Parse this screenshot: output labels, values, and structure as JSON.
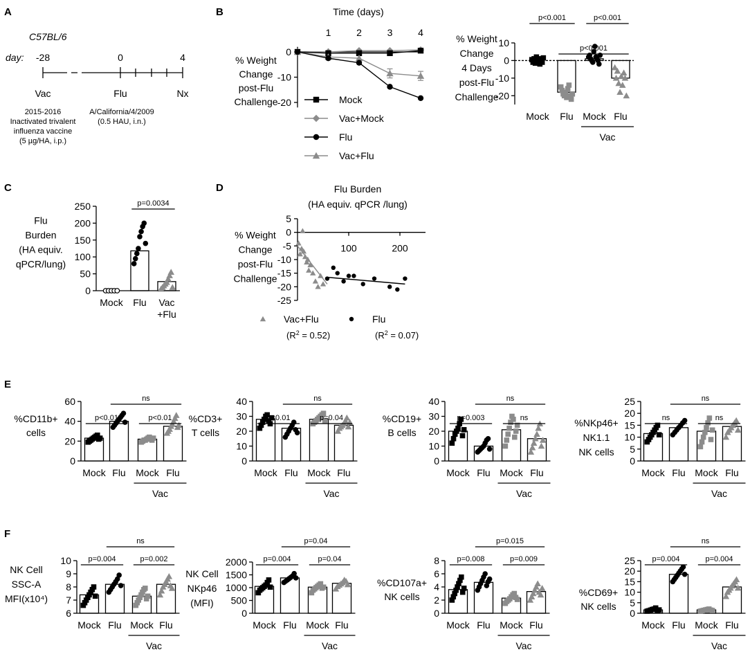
{
  "panel_labels": {
    "A": "A",
    "B": "B",
    "C": "C",
    "D": "D",
    "E": "E",
    "F": "F"
  },
  "colors": {
    "black": "#000000",
    "gray": "#8c8c8c"
  },
  "panel_a": {
    "strain": "C57BL/6",
    "day_label": "day:",
    "day_ticks": [
      "-28",
      "0",
      "4"
    ],
    "stages": [
      "Vac",
      "Flu",
      "Nx"
    ],
    "vac_note": [
      "2015-2016",
      "Inactivated trivalent",
      "influenza vaccine",
      "(5 µg/HA, i.p.)"
    ],
    "flu_note": [
      "A/California/4/2009",
      "(0.5 HAU,  i.n.)"
    ]
  },
  "chart_data": [
    {
      "id": "B1",
      "type": "line",
      "title": "Time (days)",
      "ylabel": [
        "% Weight",
        "Change",
        "post-Flu",
        "Challenge"
      ],
      "x": [
        0,
        1,
        2,
        3,
        4
      ],
      "x_tick_labels": [
        "1",
        "2",
        "3",
        "4"
      ],
      "ylim": [
        -22,
        2
      ],
      "yticks": [
        0,
        -10,
        -20
      ],
      "legend_placement": "lower-left",
      "series": [
        {
          "name": "Mock",
          "marker": "square",
          "color": "#000000",
          "values": [
            0,
            -0.5,
            -0.5,
            -0.5,
            0.5
          ],
          "err": [
            0,
            0,
            0,
            0,
            0
          ]
        },
        {
          "name": "Vac+Mock",
          "marker": "diamond",
          "color": "#8c8c8c",
          "values": [
            0,
            0,
            0.5,
            0.5,
            0.8
          ],
          "err": [
            0,
            0,
            0,
            0,
            0
          ]
        },
        {
          "name": "Flu",
          "marker": "circle",
          "color": "#000000",
          "values": [
            0,
            -2.5,
            -4.3,
            -13.8,
            -18.3
          ],
          "err": [
            0,
            0,
            0,
            0,
            0
          ]
        },
        {
          "name": "Vac+Flu",
          "marker": "triangle",
          "color": "#8c8c8c",
          "values": [
            0,
            -2.0,
            -2.5,
            -8.5,
            -9.5
          ],
          "err": [
            0,
            0,
            0,
            1.8,
            1.8
          ]
        }
      ]
    },
    {
      "id": "B2",
      "type": "bar",
      "ylabel": [
        "% Weight",
        "Change",
        "4 Days",
        "post-Flu",
        "Challenge"
      ],
      "ylim": [
        -25,
        10
      ],
      "yticks": [
        10,
        0,
        -10,
        -20
      ],
      "categories": [
        "Mock",
        "Flu",
        "Mock",
        "Flu"
      ],
      "group_label": "Vac",
      "values": [
        0,
        -18,
        1,
        -10
      ],
      "points": [
        [
          0.5,
          -1,
          1,
          -1.5,
          2,
          -0.5,
          1,
          -2,
          0,
          -1,
          1.5
        ],
        [
          -15,
          -17,
          -19,
          -20,
          -18,
          -21,
          -16,
          -14,
          -20,
          -22,
          -19
        ],
        [
          2,
          3,
          1,
          0,
          -1,
          5,
          8,
          2,
          1,
          0,
          -2,
          3
        ],
        [
          -4,
          -10,
          -6,
          -13,
          -18,
          -9,
          -14,
          -7,
          -10,
          -20
        ]
      ],
      "point_style": [
        "square-black",
        "square-gray",
        "circle-black",
        "triangle-gray"
      ],
      "sig": [
        {
          "label": "p<0.001",
          "from": 0,
          "to": 1,
          "level": 1
        },
        {
          "label": "p<0.001",
          "from": 2,
          "to": 3,
          "level": 1
        },
        {
          "label": "p<0.001",
          "from": 1,
          "to": 3,
          "level": 0
        }
      ]
    },
    {
      "id": "C",
      "type": "bar",
      "ylabel": [
        "Flu",
        "Burden",
        "(HA equiv.",
        "qPCR/lung)"
      ],
      "ylim": [
        0,
        250
      ],
      "yticks": [
        0,
        50,
        100,
        150,
        200,
        250
      ],
      "categories": [
        "Mock",
        "Flu",
        "Vac\n+Flu"
      ],
      "values": [
        0,
        118,
        27
      ],
      "points": [
        [
          0,
          0,
          0,
          0,
          0
        ],
        [
          80,
          95,
          110,
          125,
          160,
          175,
          190,
          200,
          140
        ],
        [
          5,
          10,
          15,
          20,
          25,
          35,
          45,
          55,
          10
        ]
      ],
      "point_style": [
        "circle-open",
        "circle-black",
        "triangle-gray"
      ],
      "sig": [
        {
          "label": "p=0.0034",
          "from": 1,
          "to": 2,
          "level": 0
        }
      ]
    },
    {
      "id": "D",
      "type": "scatter",
      "title": [
        "Flu Burden",
        "(HA equiv. qPCR /lung)"
      ],
      "ylabel": [
        "% Weight",
        "Change",
        "post-Flu",
        "Challenge"
      ],
      "xlim": [
        0,
        250
      ],
      "xticks": [
        100,
        200
      ],
      "ylim": [
        -25,
        5
      ],
      "yticks": [
        5,
        0,
        -5,
        -10,
        -15,
        -20,
        -25
      ],
      "series": [
        {
          "name": "Vac+Flu",
          "r2": "(R2 = 0.52)",
          "marker": "triangle",
          "color": "#8c8c8c",
          "x": [
            2,
            8,
            10,
            5,
            15,
            20,
            25,
            30,
            18,
            35,
            22,
            40,
            45,
            50,
            12
          ],
          "y": [
            -4,
            -6,
            0.5,
            -8,
            -9,
            -10,
            -12,
            -15,
            -11,
            -18,
            -14,
            -20,
            -16,
            -19,
            -7
          ],
          "fit": [
            [
              0,
              -5
            ],
            [
              58,
              -19
            ]
          ]
        },
        {
          "name": "Flu",
          "r2": "(R2 = 0.07)",
          "marker": "circle",
          "color": "#000000",
          "x": [
            58,
            70,
            78,
            90,
            100,
            110,
            128,
            150,
            180,
            195,
            210
          ],
          "y": [
            -17,
            -13,
            -15,
            -18,
            -16,
            -16,
            -19,
            -17,
            -20,
            -21,
            -17
          ],
          "fit": [
            [
              58,
              -16.5
            ],
            [
              210,
              -19
            ]
          ]
        }
      ]
    },
    {
      "id": "E1",
      "type": "bar",
      "ylabel": [
        "%CD11b+",
        "cells"
      ],
      "ylim": [
        0,
        60
      ],
      "yticks": [
        0,
        20,
        40,
        60
      ],
      "categories": [
        "Mock",
        "Flu",
        "Mock",
        "Flu"
      ],
      "group_label": "Vac",
      "values": [
        23,
        40,
        22,
        35
      ],
      "points": [
        [
          19,
          20,
          21,
          22,
          23,
          24,
          25,
          26,
          22,
          23
        ],
        [
          34,
          36,
          38,
          40,
          42,
          44,
          46,
          48,
          39
        ],
        [
          19,
          20,
          21,
          21,
          22,
          23,
          24,
          22,
          21,
          23
        ],
        [
          28,
          30,
          32,
          35,
          37,
          40,
          43,
          46,
          34,
          36
        ]
      ],
      "point_style": [
        "square-black",
        "circle-black",
        "square-gray",
        "triangle-gray"
      ],
      "sig": [
        {
          "label": "p<0.01",
          "from": 0,
          "to": 1,
          "level": 0
        },
        {
          "label": "p<0.01",
          "from": 2,
          "to": 3,
          "level": 0
        },
        {
          "label": "ns",
          "from": 1,
          "to": 3,
          "level": 1
        }
      ]
    },
    {
      "id": "E2",
      "type": "bar",
      "ylabel": [
        "%CD3+",
        "T cells"
      ],
      "ylim": [
        0,
        40
      ],
      "yticks": [
        0,
        10,
        20,
        30,
        40
      ],
      "categories": [
        "Mock",
        "Flu",
        "Mock",
        "Flu"
      ],
      "group_label": "Vac",
      "values": [
        28,
        22,
        28,
        24
      ],
      "points": [
        [
          22,
          24,
          26,
          28,
          30,
          31,
          27,
          25,
          29
        ],
        [
          16,
          18,
          20,
          22,
          24,
          26,
          21,
          19
        ],
        [
          25,
          26,
          27,
          28,
          29,
          30,
          31,
          32,
          27
        ],
        [
          20,
          22,
          23,
          24,
          25,
          27,
          29,
          23,
          26
        ]
      ],
      "point_style": [
        "square-black",
        "circle-black",
        "square-gray",
        "triangle-gray"
      ],
      "sig": [
        {
          "label": "p=0.01",
          "from": 0,
          "to": 1,
          "level": 0
        },
        {
          "label": "p=0.04",
          "from": 2,
          "to": 3,
          "level": 0
        },
        {
          "label": "ns",
          "from": 1,
          "to": 3,
          "level": 1
        }
      ]
    },
    {
      "id": "E3",
      "type": "bar",
      "ylabel": [
        "%CD19+",
        "B cells"
      ],
      "ylim": [
        0,
        40
      ],
      "yticks": [
        0,
        10,
        20,
        30,
        40
      ],
      "categories": [
        "Mock",
        "Flu",
        "Mock",
        "Flu"
      ],
      "group_label": "Vac",
      "values": [
        20,
        10,
        21,
        15
      ],
      "points": [
        [
          12,
          15,
          18,
          20,
          22,
          25,
          28,
          17,
          21
        ],
        [
          6,
          7,
          8,
          9,
          10,
          12,
          14,
          15,
          8
        ],
        [
          10,
          14,
          18,
          22,
          26,
          30,
          28,
          16,
          20,
          24
        ],
        [
          6,
          9,
          12,
          15,
          18,
          22,
          25,
          10,
          14
        ]
      ],
      "point_style": [
        "square-black",
        "circle-black",
        "square-gray",
        "triangle-gray"
      ],
      "sig": [
        {
          "label": "p=0.003",
          "from": 0,
          "to": 1,
          "level": 0
        },
        {
          "label": "ns",
          "from": 2,
          "to": 3,
          "level": 0
        },
        {
          "label": "ns",
          "from": 1,
          "to": 3,
          "level": 1
        }
      ]
    },
    {
      "id": "E4",
      "type": "bar",
      "ylabel": [
        "%NKp46+",
        "NK1.1",
        "NK cells"
      ],
      "ylim": [
        0,
        25
      ],
      "yticks": [
        0,
        5,
        10,
        15,
        20,
        25
      ],
      "categories": [
        "Mock",
        "Flu",
        "Mock",
        "Flu"
      ],
      "group_label": "Vac",
      "values": [
        11.5,
        14,
        12.5,
        14.5
      ],
      "points": [
        [
          8,
          9,
          10,
          11,
          12,
          13,
          14,
          15,
          11
        ],
        [
          11,
          12,
          13,
          14,
          15,
          16,
          17
        ],
        [
          6,
          8,
          10,
          12,
          14,
          16,
          18,
          9,
          13
        ],
        [
          10,
          12,
          13,
          14,
          15,
          16,
          17,
          13
        ]
      ],
      "point_style": [
        "square-black",
        "circle-black",
        "square-gray",
        "triangle-gray"
      ],
      "sig": [
        {
          "label": "ns",
          "from": 0,
          "to": 1,
          "level": 0
        },
        {
          "label": "ns",
          "from": 2,
          "to": 3,
          "level": 0
        },
        {
          "label": "ns",
          "from": 1,
          "to": 3,
          "level": 1
        }
      ]
    },
    {
      "id": "F1",
      "type": "bar",
      "ylabel": [
        "NK Cell",
        "SSC-A",
        "MFI(x10⁴)"
      ],
      "ylim": [
        6,
        10
      ],
      "yticks": [
        6,
        7,
        8,
        9,
        10
      ],
      "categories": [
        "Mock",
        "Flu",
        "Mock",
        "Flu"
      ],
      "group_label": "Vac",
      "values": [
        7.4,
        8.2,
        7.3,
        8.2
      ],
      "points": [
        [
          6.6,
          6.8,
          7.0,
          7.2,
          7.4,
          7.6,
          7.8,
          8.0,
          7.3
        ],
        [
          7.6,
          7.8,
          8.0,
          8.2,
          8.4,
          8.6,
          8.9,
          8.1
        ],
        [
          6.6,
          6.8,
          7.0,
          7.2,
          7.4,
          7.6,
          7.8,
          7.9,
          7.1,
          7.3
        ],
        [
          7.4,
          7.7,
          8.0,
          8.2,
          8.4,
          8.6,
          8.8,
          8.1,
          7.9
        ]
      ],
      "point_style": [
        "square-black",
        "circle-black",
        "square-gray",
        "triangle-gray"
      ],
      "sig": [
        {
          "label": "p=0.004",
          "from": 0,
          "to": 1,
          "level": 0
        },
        {
          "label": "p=0.002",
          "from": 2,
          "to": 3,
          "level": 0
        },
        {
          "label": "ns",
          "from": 1,
          "to": 3,
          "level": 1
        }
      ]
    },
    {
      "id": "F2",
      "type": "bar",
      "ylabel": [
        "NK Cell",
        "NKp46",
        "(MFI)"
      ],
      "ylim": [
        0,
        2000
      ],
      "yticks": [
        0,
        500,
        1000,
        1500,
        2000
      ],
      "categories": [
        "Mock",
        "Flu",
        "Mock",
        "Flu"
      ],
      "group_label": "Vac",
      "values": [
        1050,
        1380,
        1020,
        1170
      ],
      "points": [
        [
          800,
          900,
          950,
          1000,
          1050,
          1100,
          1200,
          1300,
          1020
        ],
        [
          1200,
          1250,
          1300,
          1350,
          1400,
          1450,
          1550,
          1380
        ],
        [
          800,
          900,
          950,
          1000,
          1050,
          1100,
          1150,
          980,
          1020
        ],
        [
          950,
          1050,
          1100,
          1150,
          1200,
          1300,
          1250,
          1120
        ]
      ],
      "point_style": [
        "square-black",
        "circle-black",
        "square-gray",
        "triangle-gray"
      ],
      "sig": [
        {
          "label": "p=0.004",
          "from": 0,
          "to": 1,
          "level": 0
        },
        {
          "label": "p=0.04",
          "from": 2,
          "to": 3,
          "level": 0
        },
        {
          "label": "p=0.04",
          "from": 1,
          "to": 3,
          "level": 1
        }
      ]
    },
    {
      "id": "F3",
      "type": "bar",
      "ylabel": [
        "%CD107a+",
        "NK cells"
      ],
      "ylim": [
        0,
        8
      ],
      "yticks": [
        0,
        2,
        4,
        6,
        8
      ],
      "categories": [
        "Mock",
        "Flu",
        "Mock",
        "Flu"
      ],
      "group_label": "Vac",
      "values": [
        3.6,
        4.7,
        2.3,
        3.3
      ],
      "points": [
        [
          2.0,
          2.5,
          3.0,
          3.5,
          4.0,
          4.5,
          5.0,
          5.5,
          3.2,
          3.8
        ],
        [
          3.5,
          4.0,
          4.5,
          5.0,
          5.5,
          6.0,
          4.2,
          4.8,
          5.2
        ],
        [
          1.5,
          1.8,
          2.0,
          2.2,
          2.5,
          2.8,
          3.0,
          2.4,
          2.1
        ],
        [
          2.0,
          2.5,
          3.0,
          3.5,
          4.0,
          4.5,
          3.2,
          2.8,
          3.8
        ]
      ],
      "point_style": [
        "square-black",
        "circle-black",
        "square-gray",
        "triangle-gray"
      ],
      "sig": [
        {
          "label": "p=0.008",
          "from": 0,
          "to": 1,
          "level": 0
        },
        {
          "label": "p=0.009",
          "from": 2,
          "to": 3,
          "level": 0
        },
        {
          "label": "p=0.015",
          "from": 1,
          "to": 3,
          "level": 1
        }
      ]
    },
    {
      "id": "F4",
      "type": "bar",
      "ylabel": [
        "%CD69+",
        "NK cells"
      ],
      "ylim": [
        0,
        25
      ],
      "yticks": [
        0,
        5,
        10,
        15,
        20,
        25
      ],
      "categories": [
        "Mock",
        "Flu",
        "Mock",
        "Flu"
      ],
      "group_label": "Vac",
      "values": [
        1.6,
        18.5,
        1.6,
        12.5
      ],
      "points": [
        [
          1.0,
          1.2,
          1.5,
          1.8,
          2.0,
          2.5,
          1.3,
          1.6
        ],
        [
          15,
          16,
          17,
          18,
          19,
          20,
          21,
          22,
          18.5
        ],
        [
          1.0,
          1.2,
          1.4,
          1.6,
          1.8,
          2.0,
          1.5,
          1.3
        ],
        [
          8,
          10,
          11,
          12,
          13,
          14,
          15,
          16,
          12
        ]
      ],
      "point_style": [
        "square-black",
        "circle-black",
        "square-gray",
        "triangle-gray"
      ],
      "sig": [
        {
          "label": "p=0.004",
          "from": 0,
          "to": 1,
          "level": 0
        },
        {
          "label": "p=0.004",
          "from": 2,
          "to": 3,
          "level": 0
        },
        {
          "label": "ns",
          "from": 1,
          "to": 3,
          "level": 1
        }
      ]
    }
  ]
}
